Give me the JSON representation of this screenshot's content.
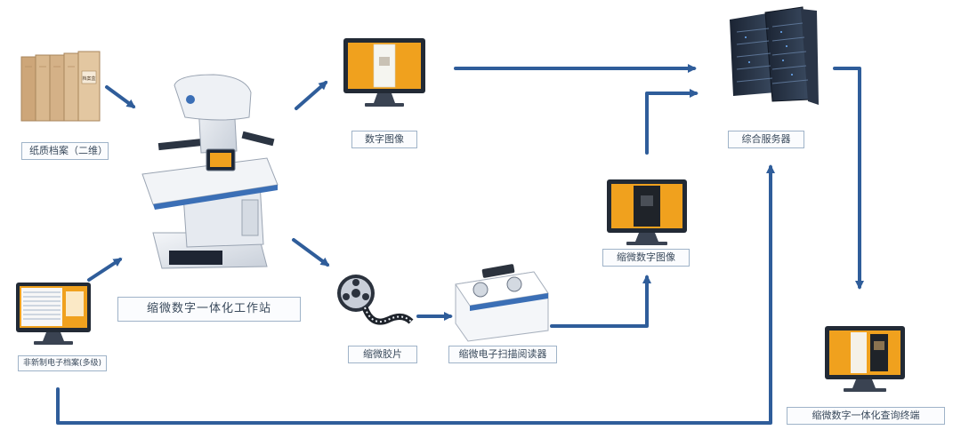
{
  "labels": {
    "paper_archive": "纸质档案（二维）",
    "workstation": "缩微数字一体化工作站",
    "digital_image": "数字图像",
    "server": "综合服务器",
    "micro_digital_image": "缩微数字图像",
    "microfilm": "缩微胶片",
    "scanner": "缩微电子扫描阅读器",
    "terminal": "缩微数字一体化查询终端",
    "e_archive": "非新制电子档案(多级)"
  },
  "archive_box_text": "档案盒",
  "colors": {
    "arrow": "#2f5d9a",
    "label_border": "#9fb3c8",
    "screen": "#f0a11e",
    "box": "#d9b88e"
  }
}
